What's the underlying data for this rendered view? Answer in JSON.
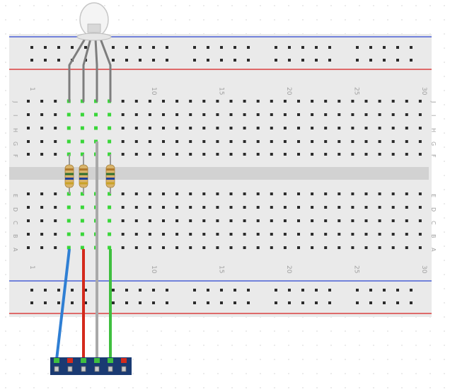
{
  "breadboard": {
    "column_numbers": [
      "1",
      "10",
      "15",
      "20",
      "25",
      "30"
    ],
    "row_letters_top": [
      "J",
      "I",
      "H",
      "G",
      "F"
    ],
    "row_letters_bottom": [
      "E",
      "D",
      "C",
      "B",
      "A"
    ]
  },
  "components": {
    "led": "rgb-led",
    "resistors": [
      {
        "bands": [
          "#b07a2c",
          "#2f6f2f",
          "#1f3f9a",
          "#c9a227"
        ]
      },
      {
        "bands": [
          "#b07a2c",
          "#2f6f2f",
          "#1f3f9a",
          "#c9a227"
        ]
      },
      {
        "bands": [
          "#b07a2c",
          "#2f6f2f",
          "#1f3f9a",
          "#c9a227"
        ]
      }
    ],
    "header_pins": 6
  },
  "colors": {
    "board": "#eaeaea",
    "rail_blue": "#4a5fd6",
    "rail_red": "#d94040",
    "wire_blue": "#2f7fd4",
    "wire_red": "#d42a1c",
    "wire_gray": "#a9a9a9",
    "wire_green": "#3fbf3f",
    "header": "#1a3a72"
  }
}
